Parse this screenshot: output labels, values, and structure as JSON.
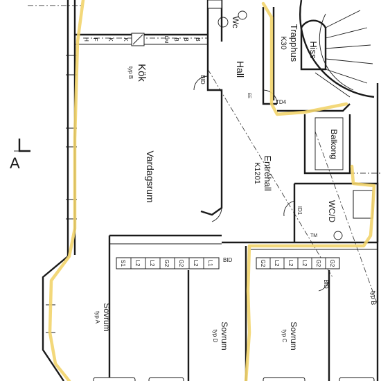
{
  "section_marker": "A",
  "rooms": {
    "kitchen": {
      "name": "Kök",
      "type": "typ B"
    },
    "living": {
      "name": "Vardagsrum"
    },
    "hall": {
      "name": "Hall"
    },
    "entrance_hall": {
      "name": "Entréhall",
      "code": "K1201"
    },
    "stairwell": {
      "name": "Trapphus",
      "code": "K30"
    },
    "elevator": {
      "name": "Hiss"
    },
    "balcony": {
      "name": "Balkong"
    },
    "wc_laundry": {
      "name": "WC/D"
    },
    "wc_small": {
      "name": "Wc"
    },
    "bedroom_a": {
      "name": "Sovrum",
      "type": "typ A"
    },
    "bedroom_d": {
      "name": "Sovrum",
      "type": "typ D"
    },
    "bedroom_c": {
      "name": "Sovrum",
      "type": "typ C"
    },
    "right_edge_type": {
      "type": "typ B"
    }
  },
  "labels": {
    "bid": "BID",
    "td4": "TD4",
    "id1": "ID1",
    "tm": "TM",
    "ee": "EE"
  },
  "kitchen_units": [
    "H",
    "F",
    "K",
    "K",
    "DM",
    "B",
    "B",
    "B"
  ],
  "wardrobes_left": [
    "S1",
    "L2",
    "L2",
    "G2",
    "G2",
    "L2",
    "L1"
  ],
  "wardrobes_right": [
    "G2",
    "L2",
    "L2",
    "L2",
    "G2",
    "G2"
  ],
  "colors": {
    "highlight": "#f2d46b",
    "line": "#1a1a1a"
  }
}
